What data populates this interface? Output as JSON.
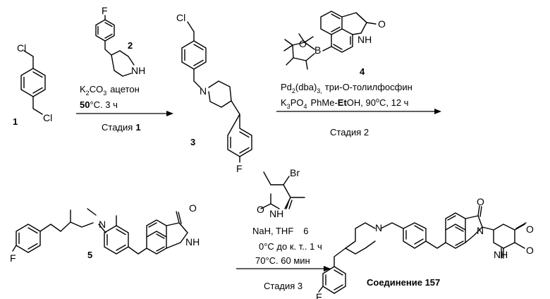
{
  "atoms": {
    "cl": "Cl",
    "f": "F",
    "n": "N",
    "nh": "NH",
    "o": "O",
    "b": "B",
    "br": "Br"
  },
  "compounds": {
    "c1": "1",
    "c2": "2",
    "c3": "3",
    "c4": "4",
    "c5": "5",
    "c6": "6",
    "product": "Соединение 157"
  },
  "step1": {
    "reagent_base": "K",
    "reagent_sub1": "2",
    "reagent_mid": "CO",
    "reagent_sub2": "3",
    "reagent_solvent": "ацетон",
    "temp": "50",
    "temp_unit": "°C. 3 ч",
    "stage": "Стадия",
    "stage_num": "1"
  },
  "step2": {
    "catalyst_pd": "Pd",
    "catalyst_sub1": "2",
    "catalyst_dba": "(dba)",
    "catalyst_sub2": "3,",
    "ligand": "три-O-толилфосфин",
    "base_k": "K",
    "base_sub1": "3",
    "base_po": "PO",
    "base_sub2": "4",
    "solvent_pre": "PhMe-",
    "solvent_bold": "Et",
    "solvent_post": "OH, 90",
    "temp_sup": "o",
    "time": "C, 12 ч",
    "stage": "Стадия 2"
  },
  "step3": {
    "base": "NaH, THF",
    "reagent_num": "6",
    "temp1": "0°C до к. т.. 1 ч",
    "temp2": "70°C. 60 мин",
    "stage": "Стадия 3"
  }
}
